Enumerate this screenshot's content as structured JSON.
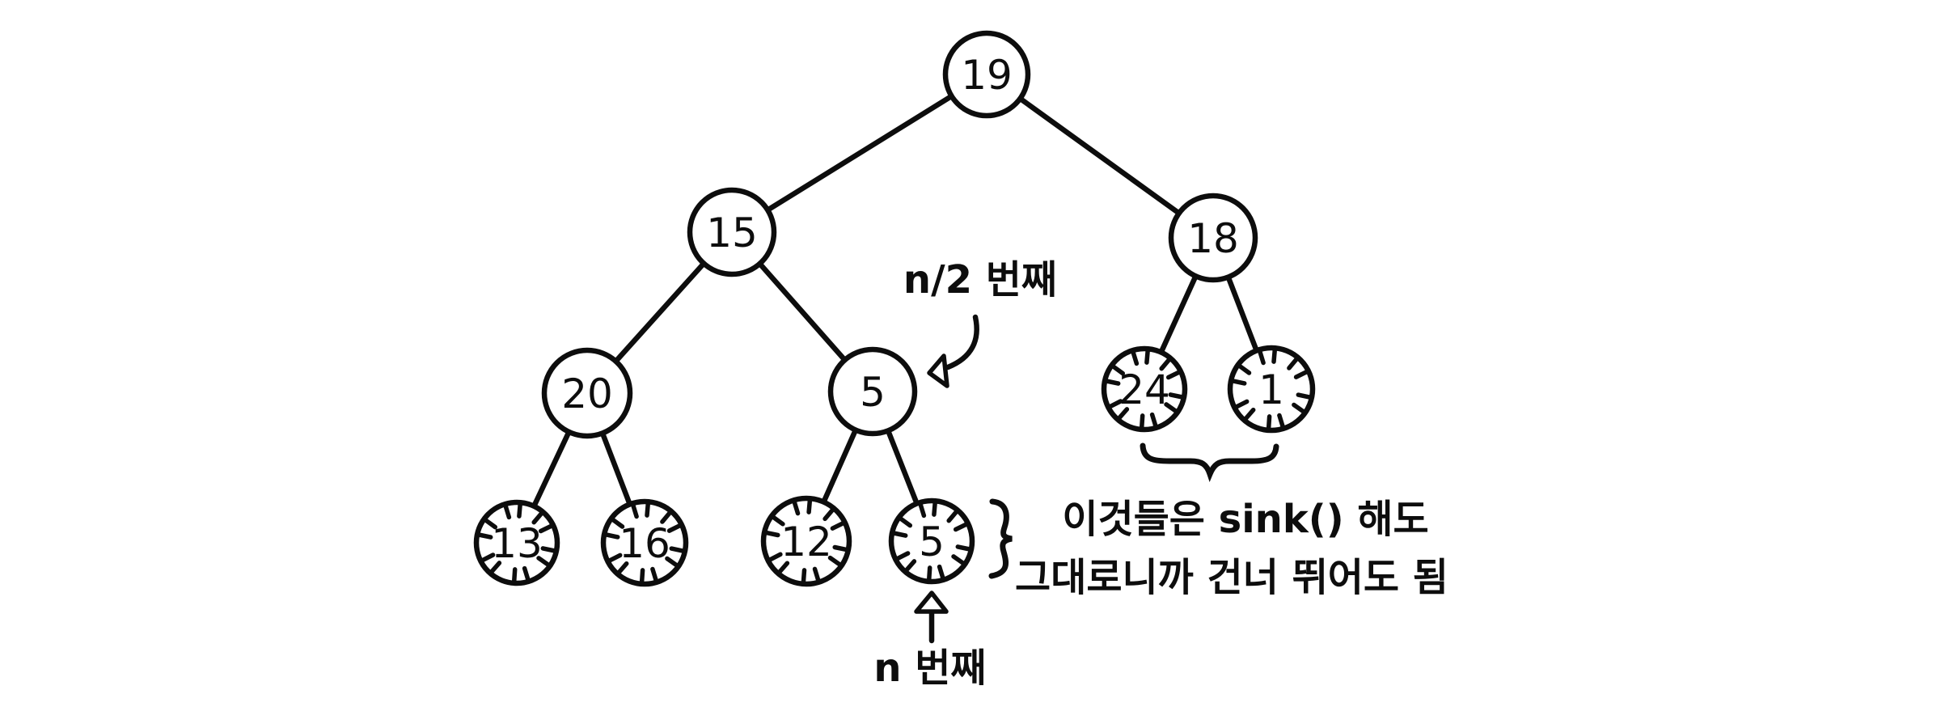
{
  "colors": {
    "ink": "#0d0d0d",
    "background": "#ffffff"
  },
  "tree": {
    "kind": "binary-heap",
    "nodes": {
      "root": {
        "label": "19"
      },
      "l": {
        "label": "15"
      },
      "r": {
        "label": "18"
      },
      "ll": {
        "label": "20"
      },
      "lr": {
        "label": "5"
      },
      "rl": {
        "label": "24"
      },
      "rr": {
        "label": "1"
      },
      "lll": {
        "label": "13"
      },
      "llr": {
        "label": "16"
      },
      "lrl": {
        "label": "12"
      },
      "lrr": {
        "label": "5"
      }
    }
  },
  "annotations": {
    "half_index": "n/2 번째",
    "n_index": "n 번째",
    "note_line1": "이것들은 sink() 해도",
    "note_line2": "그대로니까 건너 뛰어도 됨"
  }
}
